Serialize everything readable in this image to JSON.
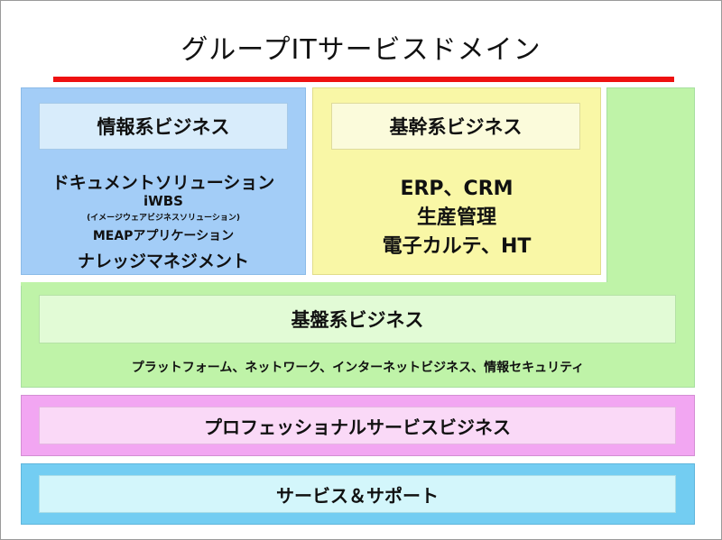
{
  "title": "グループITサービスドメイン",
  "info": {
    "label": "情報系ビジネス",
    "items": [
      "ドキュメントソリューション",
      "iWBS",
      "(イメージウェアビジネスソリューション)",
      "MEAPアプリケーション",
      "ナレッジマネジメント"
    ]
  },
  "core": {
    "label": "基幹系ビジネス",
    "items": [
      "ERP、CRM",
      "生産管理",
      "電子カルテ、HT"
    ]
  },
  "base": {
    "label": "基盤系ビジネス",
    "description": "プラットフォーム、ネットワーク、インターネットビジネス、情報セキュリティ"
  },
  "professional": {
    "label": "プロフェッショナルサービスビジネス"
  },
  "service": {
    "label": "サービス＆サポート"
  },
  "colors": {
    "title_rule": "#ee1111",
    "info_panel": "#a3cdf7",
    "core_panel": "#f9f7a6",
    "base_panel": "#bff3a8",
    "professional_panel": "#f2a6f2",
    "service_panel": "#73cdf2"
  }
}
